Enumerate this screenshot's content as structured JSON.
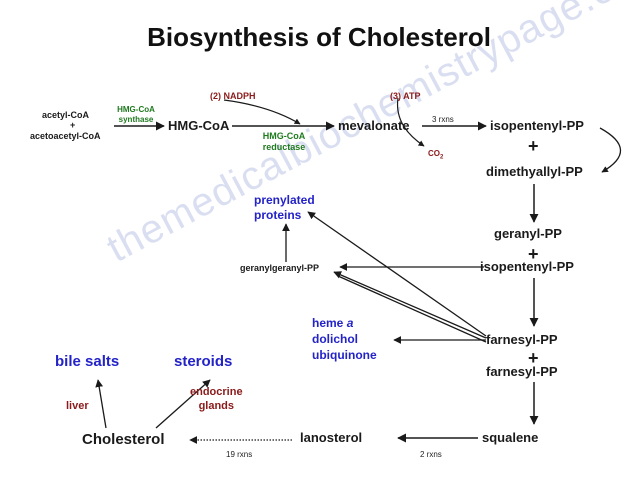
{
  "title": "Biosynthesis of Cholesterol",
  "watermark": "themedicalbiochemistrypage.org",
  "nodes": {
    "acetyl_coa": "acetyl-CoA",
    "plus_1": "+",
    "acetoacetyl_coa": "acetoacetyl-CoA",
    "hmg_coa": "HMG-CoA",
    "mevalonate": "mevalonate",
    "isopentenyl_pp_1": "isopentenyl-PP",
    "plus_2": "+",
    "dimethyallyl_pp": "dimethyallyl-PP",
    "geranyl_pp": "geranyl-PP",
    "plus_3": "+",
    "isopentenyl_pp_2": "isopentenyl-PP",
    "geranylgeranyl_pp": "geranylgeranyl-PP",
    "farnesyl_pp_1": "farnesyl-PP",
    "plus_4": "+",
    "farnesyl_pp_2": "farnesyl-PP",
    "squalene": "squalene",
    "lanosterol": "lanosterol",
    "cholesterol": "Cholesterol"
  },
  "enzymes": {
    "hmg_coa_synthase_1": "HMG-CoA",
    "hmg_coa_synthase_2": "synthase",
    "hmg_coa_reductase_1": "HMG-CoA",
    "hmg_coa_reductase_2": "reductase"
  },
  "cofactors": {
    "nadph": "(2) NADPH",
    "atp": "(3) ATP",
    "co2": "CO",
    "co2_sub": "2",
    "rxns_3": "3 rxns",
    "rxns_2": "2 rxns",
    "rxns_19": "19 rxns"
  },
  "products": {
    "prenylated_1": "prenylated",
    "prenylated_2": "proteins",
    "heme_a": "heme ",
    "heme_a_italic": "a",
    "dolichol": "dolichol",
    "ubiquinone": "ubiquinone",
    "bile_salts": "bile salts",
    "steroids": "steroids"
  },
  "tissues": {
    "liver": "liver",
    "endocrine": "endocrine",
    "glands": "glands"
  },
  "colors": {
    "product": "#2323c8",
    "cofactor": "#8b1a1a",
    "enzyme": "#1f7a1f",
    "main": "#1a1a1a"
  }
}
